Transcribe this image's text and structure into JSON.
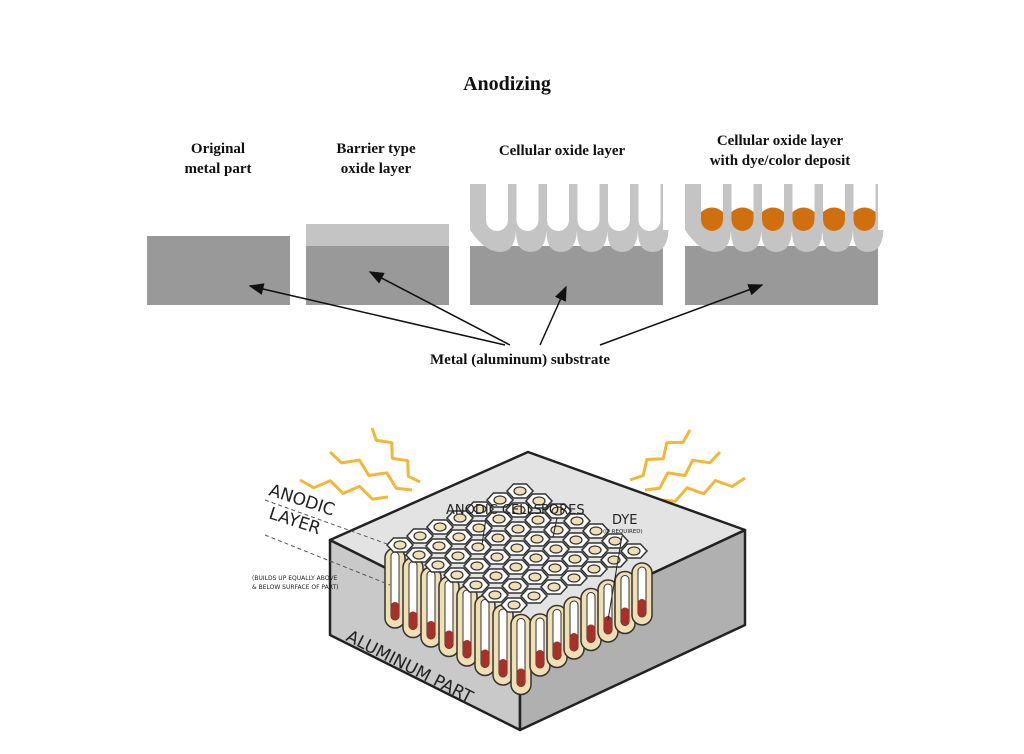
{
  "title": "Anodizing",
  "panels": [
    {
      "label_line1": "Original",
      "label_line2": "metal part"
    },
    {
      "label_line1": "Barrier type",
      "label_line2": "oxide layer"
    },
    {
      "label_line1": "Cellular oxide layer",
      "label_line2": ""
    },
    {
      "label_line1": "Cellular oxide layer",
      "label_line2": "with dye/color deposit"
    }
  ],
  "substrate_label": "Metal (aluminum) substrate",
  "illustration": {
    "anodic_layer_line1": "ANODIC",
    "anodic_layer_line2": "LAYER",
    "note_line1": "(BUILDS UP EQUALLY ABOVE",
    "note_line2": "& BELOW SURFACE OF PART)",
    "anodic_cells": "ANODIC CELLS",
    "pores": "PORES",
    "dye": "DYE",
    "dye_note": "(IF REQUIRED)",
    "aluminum_part": "ALUMINUM PART"
  },
  "colors": {
    "metal": "#999999",
    "oxide": "#c4c4c4",
    "dye_orange": "#cf6f0e",
    "cell_cream": "#f1dfb4",
    "dye_red": "#a8302a",
    "bolt": "#f0b73a"
  }
}
